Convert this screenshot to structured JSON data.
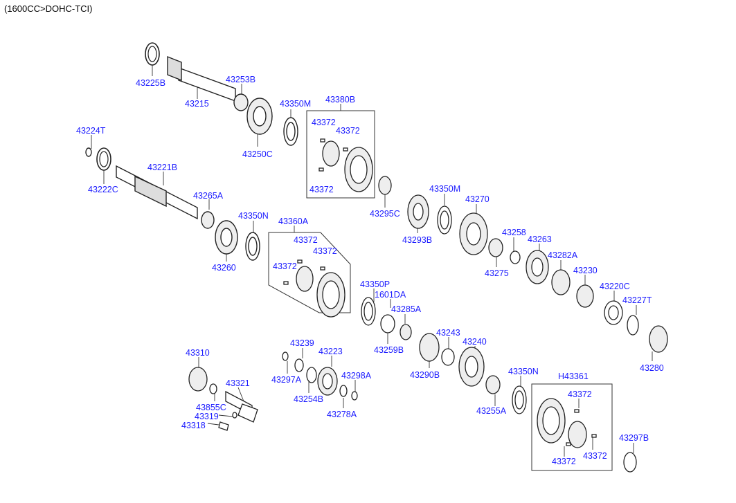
{
  "header": "(1600CC>DOHC-TCI)",
  "labels": {
    "l_43225B": "43225B",
    "l_43215": "43215",
    "l_43253B": "43253B",
    "l_43250C": "43250C",
    "l_43350M_a": "43350M",
    "l_43380B": "43380B",
    "l_43372_a": "43372",
    "l_43372_b": "43372",
    "l_43372_c": "43372",
    "l_43224T": "43224T",
    "l_43222C": "43222C",
    "l_43221B": "43221B",
    "l_43265A": "43265A",
    "l_43295C": "43295C",
    "l_43293B": "43293B",
    "l_43350M_b": "43350M",
    "l_43270": "43270",
    "l_43350N_a": "43350N",
    "l_43360A": "43360A",
    "l_43372_d": "43372",
    "l_43372_e": "43372",
    "l_43372_f": "43372",
    "l_43260": "43260",
    "l_43258": "43258",
    "l_43263": "43263",
    "l_43275": "43275",
    "l_43282A": "43282A",
    "l_43230": "43230",
    "l_43220C": "43220C",
    "l_43227T": "43227T",
    "l_43350P": "43350P",
    "l_1601DA": "1601DA",
    "l_43285A": "43285A",
    "l_43259B": "43259B",
    "l_43243": "43243",
    "l_43240": "43240",
    "l_43290B": "43290B",
    "l_43280": "43280",
    "l_43310": "43310",
    "l_43239": "43239",
    "l_43223": "43223",
    "l_43298A": "43298A",
    "l_43297A": "43297A",
    "l_43254B": "43254B",
    "l_43278A": "43278A",
    "l_43321": "43321",
    "l_43855C": "43855C",
    "l_43319": "43319",
    "l_43318": "43318",
    "l_43350N_b": "43350N",
    "l_H43361": "H43361",
    "l_43372_g": "43372",
    "l_43372_h": "43372",
    "l_43372_i": "43372",
    "l_43255A": "43255A",
    "l_43297B": "43297B"
  }
}
